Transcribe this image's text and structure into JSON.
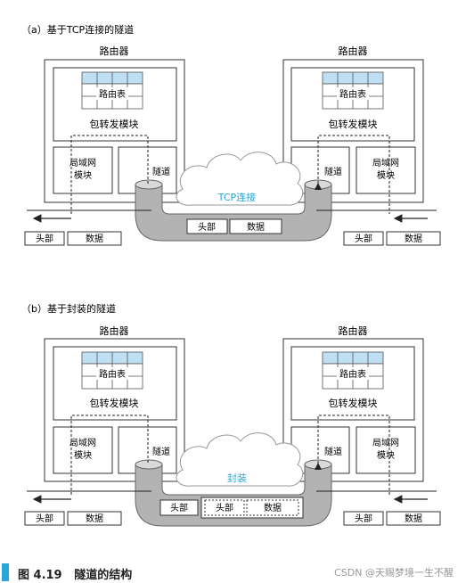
{
  "panel_a": {
    "title": "（a）基于TCP连接的隧道",
    "router_left": "路由器",
    "router_right": "路由器",
    "route_table": "路由表",
    "forward_module": "包转发模块",
    "lan_module_line1": "局域网",
    "lan_module_line2": "模块",
    "tunnel": "隧道",
    "cloud_label": "TCP连接",
    "header": "头部",
    "payload": "数据"
  },
  "panel_b": {
    "title": "（b）基于封装的隧道",
    "router_left": "路由器",
    "router_right": "路由器",
    "route_table": "路由表",
    "forward_module": "包转发模块",
    "lan_module_line1": "局域网",
    "lan_module_line2": "模块",
    "tunnel": "隧道",
    "cloud_label": "封装",
    "header": "头部",
    "payload": "数据",
    "inner_header": "头部",
    "inner_payload": "数据"
  },
  "caption": {
    "figure_number": "图 4.19",
    "figure_title": "隧道的结构"
  },
  "watermark": "CSDN @天赐梦境一生不醒",
  "colors": {
    "accent": "#2aa6d8",
    "table_header": "#bfe0f2",
    "tunnel_gray": "#b3b3b3",
    "cloud_fill": "#ffffff"
  }
}
